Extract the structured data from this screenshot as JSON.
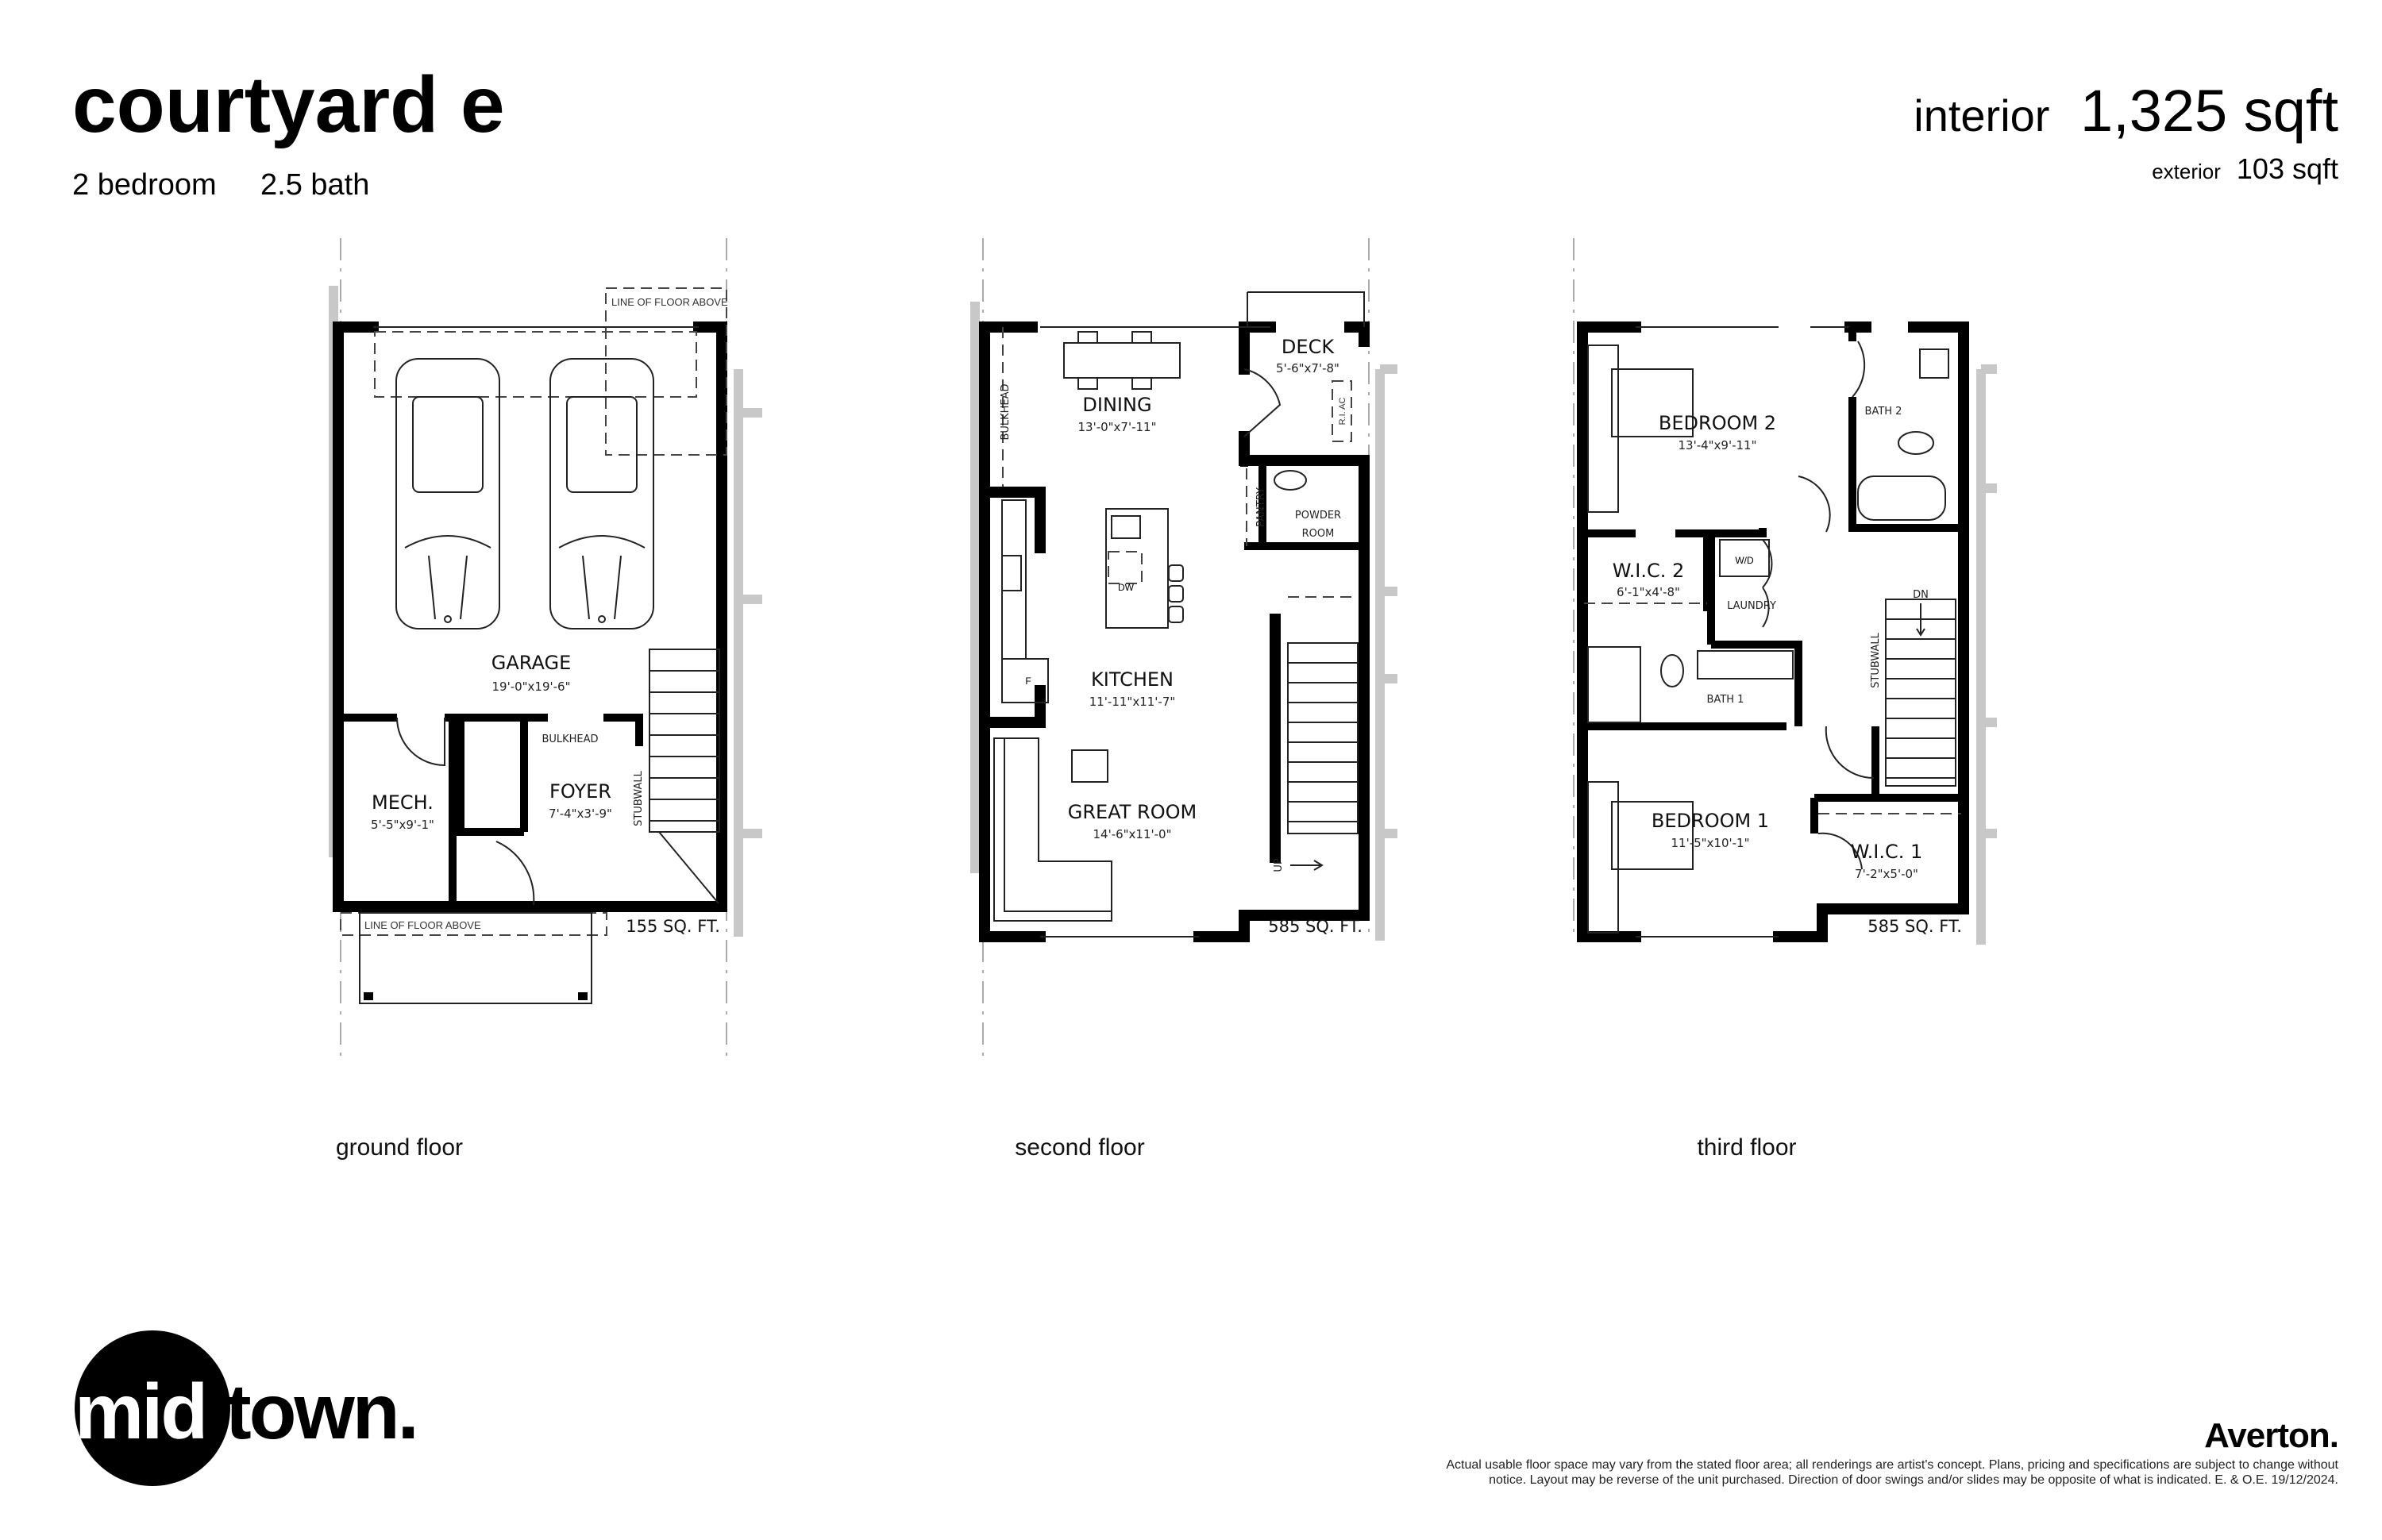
{
  "header": {
    "title": "courtyard e",
    "bedrooms": "2 bedroom",
    "baths": "2.5 bath",
    "interior_label": "interior",
    "interior_value": "1,325 sqft",
    "exterior_label": "exterior",
    "exterior_value": "103 sqft"
  },
  "floors": {
    "ground": {
      "label": "ground floor",
      "area": "155 SQ. FT.",
      "garage": {
        "name": "GARAGE",
        "dims": "19'-0\"x19'-6\""
      },
      "mech": {
        "name": "MECH.",
        "dims": "5'-5\"x9'-1\""
      },
      "foyer": {
        "name": "FOYER",
        "dims": "7'-4\"x3'-9\""
      },
      "bulkhead": "BULKHEAD",
      "stubwall": "STUBWALL",
      "line_above_top": "LINE OF FLOOR ABOVE",
      "line_above_bottom": "LINE OF FLOOR ABOVE"
    },
    "second": {
      "label": "second floor",
      "area": "585 SQ. FT.",
      "dining": {
        "name": "DINING",
        "dims": "13'-0\"x7'-11\""
      },
      "kitchen": {
        "name": "KITCHEN",
        "dims": "11'-11\"x11'-7\""
      },
      "great_room": {
        "name": "GREAT ROOM",
        "dims": "14'-6\"x11'-0\""
      },
      "deck": {
        "name": "DECK",
        "dims": "5'-6\"x7'-8\""
      },
      "powder_room_1": "POWDER",
      "powder_room_2": "ROOM",
      "pantry": "PANTRY",
      "bulkhead": "BULKHEAD",
      "ri_ac": "R.I. AC",
      "dw": "DW",
      "fridge": "F",
      "up": "UP"
    },
    "third": {
      "label": "third floor",
      "area": "585 SQ. FT.",
      "bedroom2": {
        "name": "BEDROOM 2",
        "dims": "13'-4\"x9'-11\""
      },
      "bath2": "BATH 2",
      "wic2": {
        "name": "W.I.C. 2",
        "dims": "6'-1\"x4'-8\""
      },
      "wd": "W/D",
      "laundry": "LAUNDRY",
      "dn": "DN",
      "stubwall": "STUBWALL",
      "bath1": "BATH 1",
      "bedroom1": {
        "name": "BEDROOM 1",
        "dims": "11'-5\"x10'-1\""
      },
      "wic1": {
        "name": "W.I.C. 1",
        "dims": "7'-2\"x5'-0\""
      }
    }
  },
  "footer": {
    "logo_mid": "mid",
    "logo_town": "town.",
    "builder": "Averton.",
    "disclaimer_1": "Actual usable floor space may vary from the stated floor area; all renderings are artist's concept. Plans, pricing and specifications are subject to change without",
    "disclaimer_2": "notice. Layout may be reverse of the unit purchased. Direction of door swings and/or slides may be opposite of what is indicated. E. & O.E. 19/12/2024."
  }
}
